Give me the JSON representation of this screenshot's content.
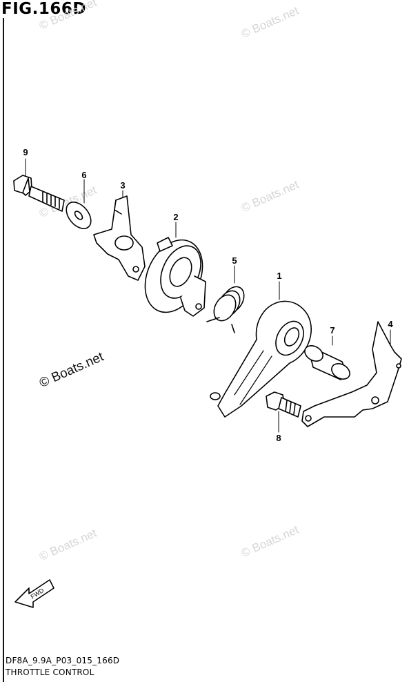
{
  "figure": {
    "title": "FIG.166D"
  },
  "watermarks": [
    "© Boats.net",
    "© Boats.net",
    "© Boats.net",
    "© Boats.net",
    "© Boats.net",
    "© Boats.net",
    "© Boats.net"
  ],
  "callouts": [
    "9",
    "6",
    "3",
    "2",
    "5",
    "1",
    "7",
    "4",
    "8"
  ],
  "fwd_label": "FWD",
  "footer": {
    "code": "DF8A_9.9A_P03_015_166D",
    "caption": "THROTTLE CONTROL"
  }
}
